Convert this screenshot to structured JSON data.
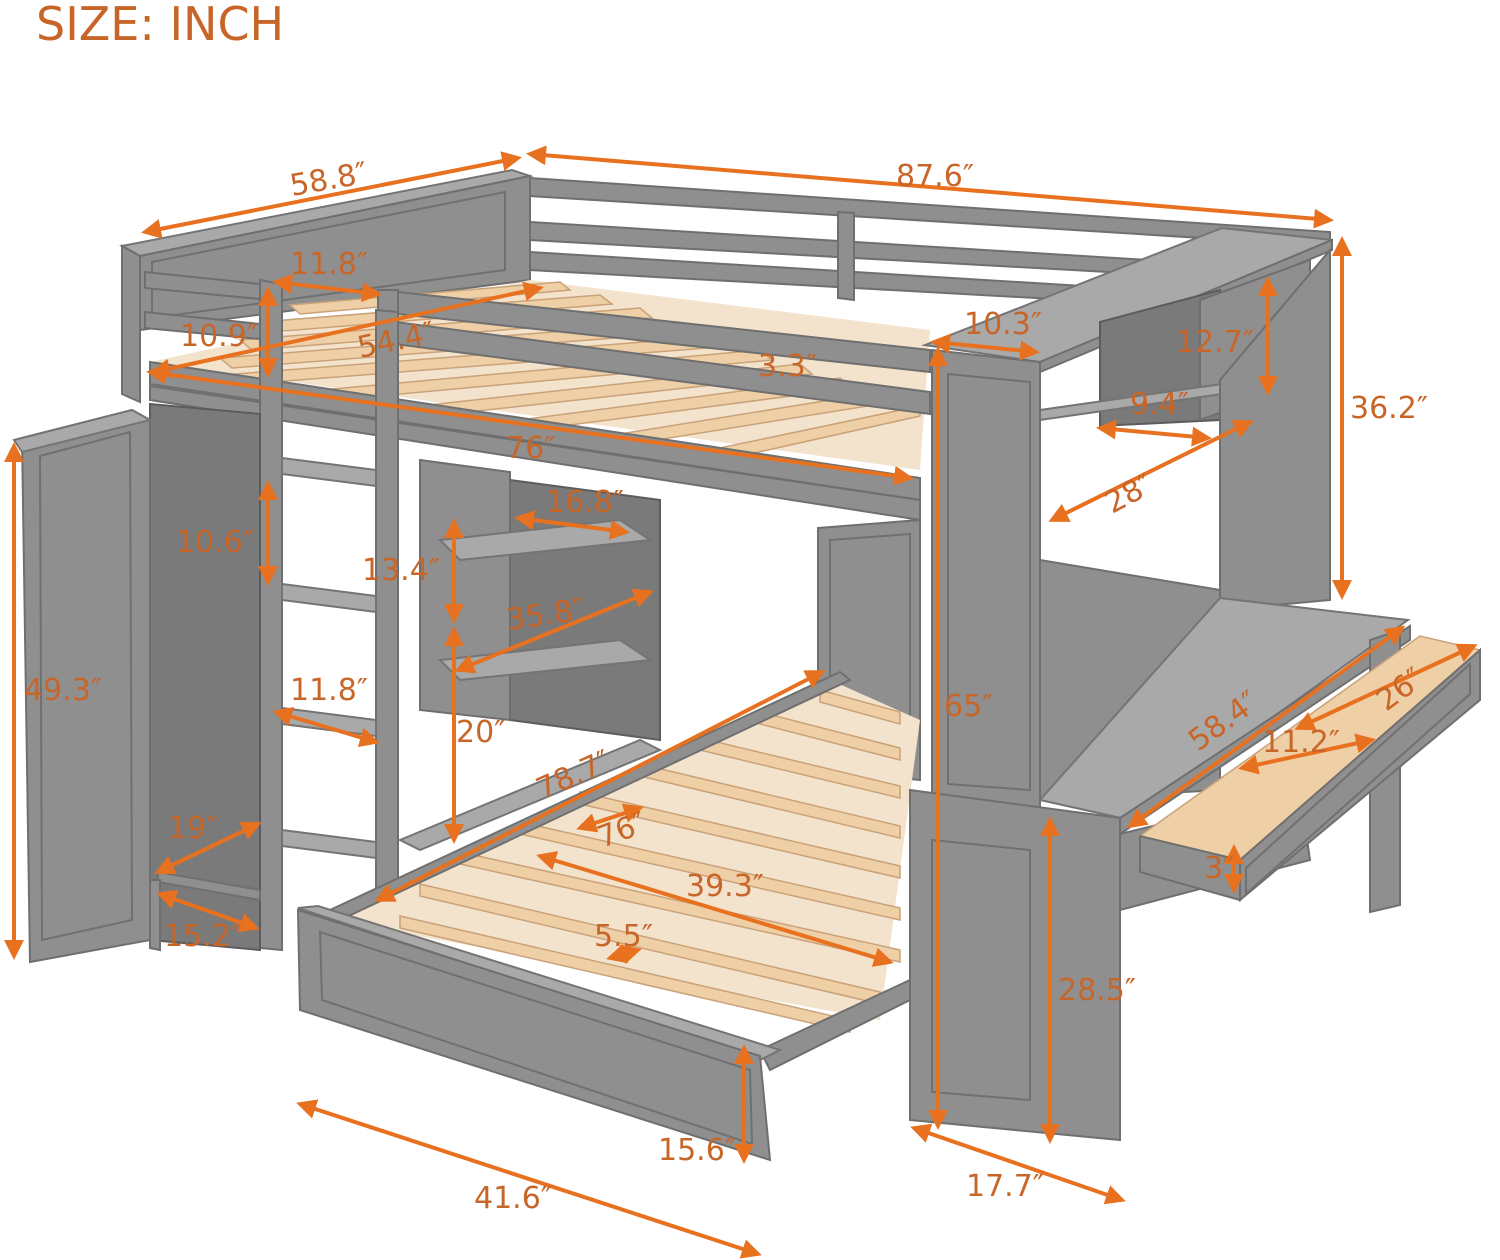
{
  "title": "SIZE: INCH",
  "colors": {
    "accent": "#e8711f",
    "text": "#c8662a",
    "furniture": "#8f8f8f",
    "slats": "#efcfa6"
  },
  "dimensions": {
    "loft_depth": "58.8″",
    "total_length": "87.6″",
    "rail_width": "11.8″",
    "guardrail_height": "10.9″",
    "mattress_width_top": "54.4″",
    "slat_gap_top": "3.3″",
    "mattress_length_top": "76″",
    "shelf_post_width": "10.3″",
    "cubby_height": "12.7″",
    "overall_height_upper": "36.2″",
    "cubby_width": "9.4″",
    "upper_shelf_length": "28″",
    "shelf_depth": "16.8″",
    "ladder_step": "10.6″",
    "shelf_height": "13.4″",
    "shelf_length": "35.8″",
    "wardrobe_height": "49.3″",
    "ladder_width": "11.8″",
    "lower_shelf_height": "20″",
    "lower_bed_length": "78.7″",
    "total_height": "65″",
    "desk_length": "58.4″",
    "drawer_length": "26″",
    "drawer_width": "11.2″",
    "wardrobe_depth": "19″",
    "lower_mattress_length": "76″",
    "drawer_height": "3″",
    "lower_mattress_width": "39.3″",
    "wardrobe_width": "15.2″",
    "lower_slat_gap": "5.5″",
    "desk_height": "28.5″",
    "footboard_height": "15.6″",
    "lower_bed_width": "41.6″",
    "desk_depth": "17.7″"
  }
}
